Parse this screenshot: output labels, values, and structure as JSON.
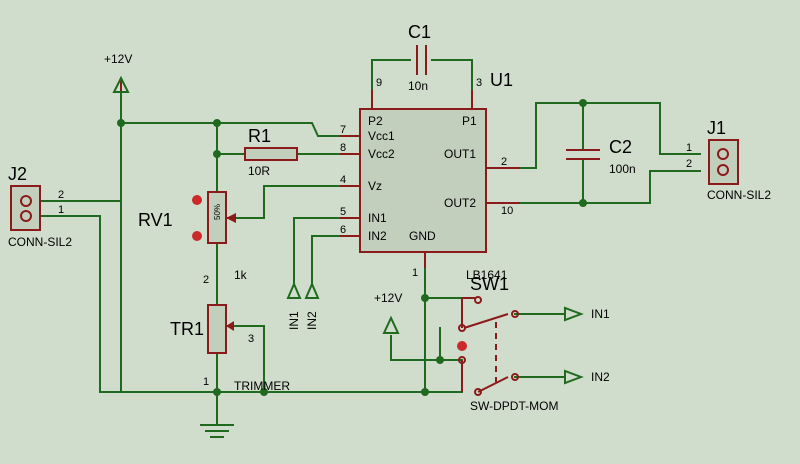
{
  "colors": {
    "background": "#d1ddcc",
    "wire": "#1f6a1f",
    "component": "#8b1a1a",
    "ic_fill": "#c3cfbd",
    "probe": "#cc2a2a"
  },
  "power": {
    "top_label": "+12V",
    "switch_label": "+12V"
  },
  "u1": {
    "ref": "U1",
    "part": "LB1641",
    "pins_left": [
      {
        "num": "7",
        "name": "Vcc1"
      },
      {
        "num": "8",
        "name": "Vcc2"
      },
      {
        "num": "4",
        "name": "Vz"
      },
      {
        "num": "5",
        "name": "IN1"
      },
      {
        "num": "6",
        "name": "IN2"
      }
    ],
    "pin_p2": "P2",
    "pin_p1": "P1",
    "pin_out1": "OUT1",
    "pin_out2": "OUT2",
    "pin_gnd": "GND",
    "num_p2": "9",
    "num_p1": "3",
    "num_out1": "2",
    "num_out2": "10",
    "num_gnd": "1"
  },
  "c1": {
    "ref": "C1",
    "value": "10n"
  },
  "c2": {
    "ref": "C2",
    "value": "100n"
  },
  "r1": {
    "ref": "R1",
    "value": "10R"
  },
  "rv1": {
    "ref": "RV1",
    "value": "1k",
    "setting": "50%",
    "pin_bottom": "2"
  },
  "tr1": {
    "ref": "TR1",
    "type": "TRIMMER",
    "pin_wiper": "3",
    "pin_bottom": "1"
  },
  "j1": {
    "ref": "J1",
    "type": "CONN-SIL2",
    "pin1": "1",
    "pin2": "2"
  },
  "j2": {
    "ref": "J2",
    "type": "CONN-SIL2",
    "pin1": "1",
    "pin2": "2"
  },
  "sw1": {
    "ref": "SW1",
    "type": "SW-DPDT-MOM"
  },
  "terminals": {
    "in1": "IN1",
    "in2": "IN2"
  }
}
